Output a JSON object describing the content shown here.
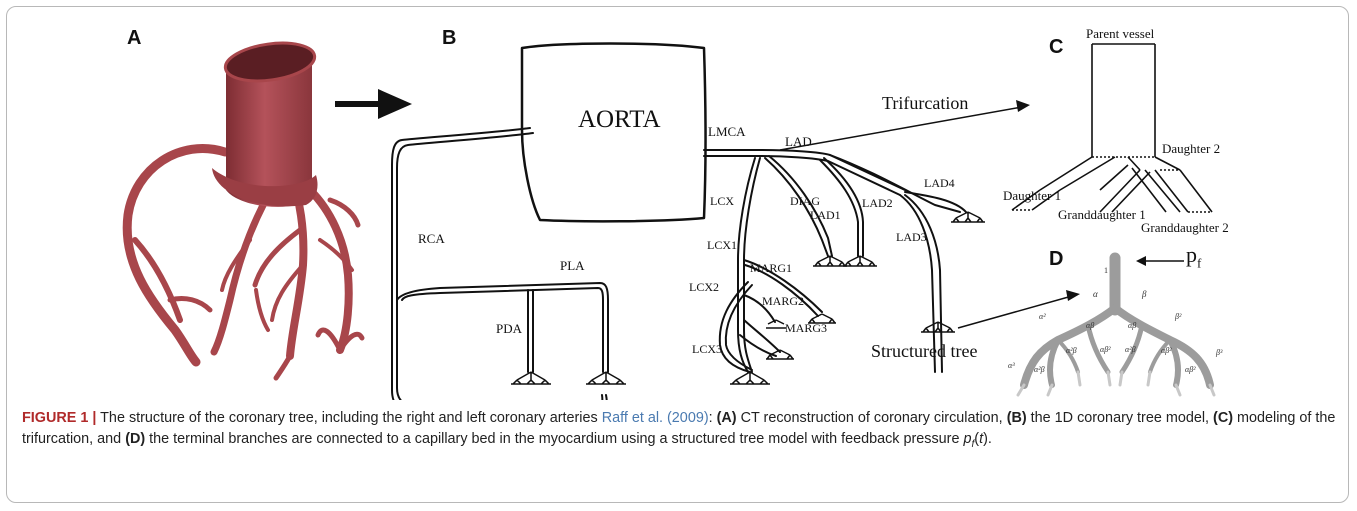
{
  "panels": {
    "a": "A",
    "b": "B",
    "c": "C",
    "d": "D"
  },
  "panel_b": {
    "aorta": "AORTA",
    "labels": {
      "lmca": "LMCA",
      "lad": "LAD",
      "lcx": "LCX",
      "diag": "DIAG",
      "lad1": "LAD1",
      "lad2": "LAD2",
      "lad3": "LAD3",
      "lad4": "LAD4",
      "lcx1": "LCX1",
      "lcx2": "LCX2",
      "lcx3": "LCX3",
      "marg1": "MARG1",
      "marg2": "MARG2",
      "marg3": "MARG3",
      "rca": "RCA",
      "pla": "PLA",
      "pda": "PDA"
    },
    "trifurcation": "Trifurcation",
    "structured_tree": "Structured tree"
  },
  "panel_c": {
    "parent": "Parent vessel",
    "d1": "Daughter 1",
    "d2": "Daughter 2",
    "gd1": "Granddaughter 1",
    "gd2": "Granddaughter 2"
  },
  "panel_d": {
    "pf": "p",
    "pf_sub": "f",
    "root": "1",
    "alpha": "α",
    "beta": "β",
    "a2": "α²",
    "ab": "αβ",
    "b2": "β²",
    "a3": "α³",
    "a2b": "α²β",
    "ab2": "αβ²",
    "b3": "β³"
  },
  "caption": {
    "label": "FIGURE 1 |",
    "text1": " The structure of the coronary tree, including the right and left coronary arteries ",
    "ref": "Raff et al. (2009)",
    "text2": ": ",
    "a": "(A)",
    "a_text": " CT reconstruction of coronary circulation, ",
    "b": "(B)",
    "b_text": " the 1D coronary tree model, ",
    "c": "(C)",
    "c_text": " modeling of the trifurcation, and ",
    "d": "(D)",
    "d_text": " the terminal branches are connected to a capillary bed in the myocardium using a structured tree model with feedback pressure ",
    "p": "p",
    "p_sub": "f",
    "t_open": "(",
    "t": "t",
    "t_close": ")."
  },
  "colors": {
    "vessel": "#a8464b",
    "vessel_dark": "#7e2d33",
    "caption_label": "#b02a2a",
    "caption_ref": "#4a7ab0",
    "tree_gray": "#9c9c9c"
  }
}
